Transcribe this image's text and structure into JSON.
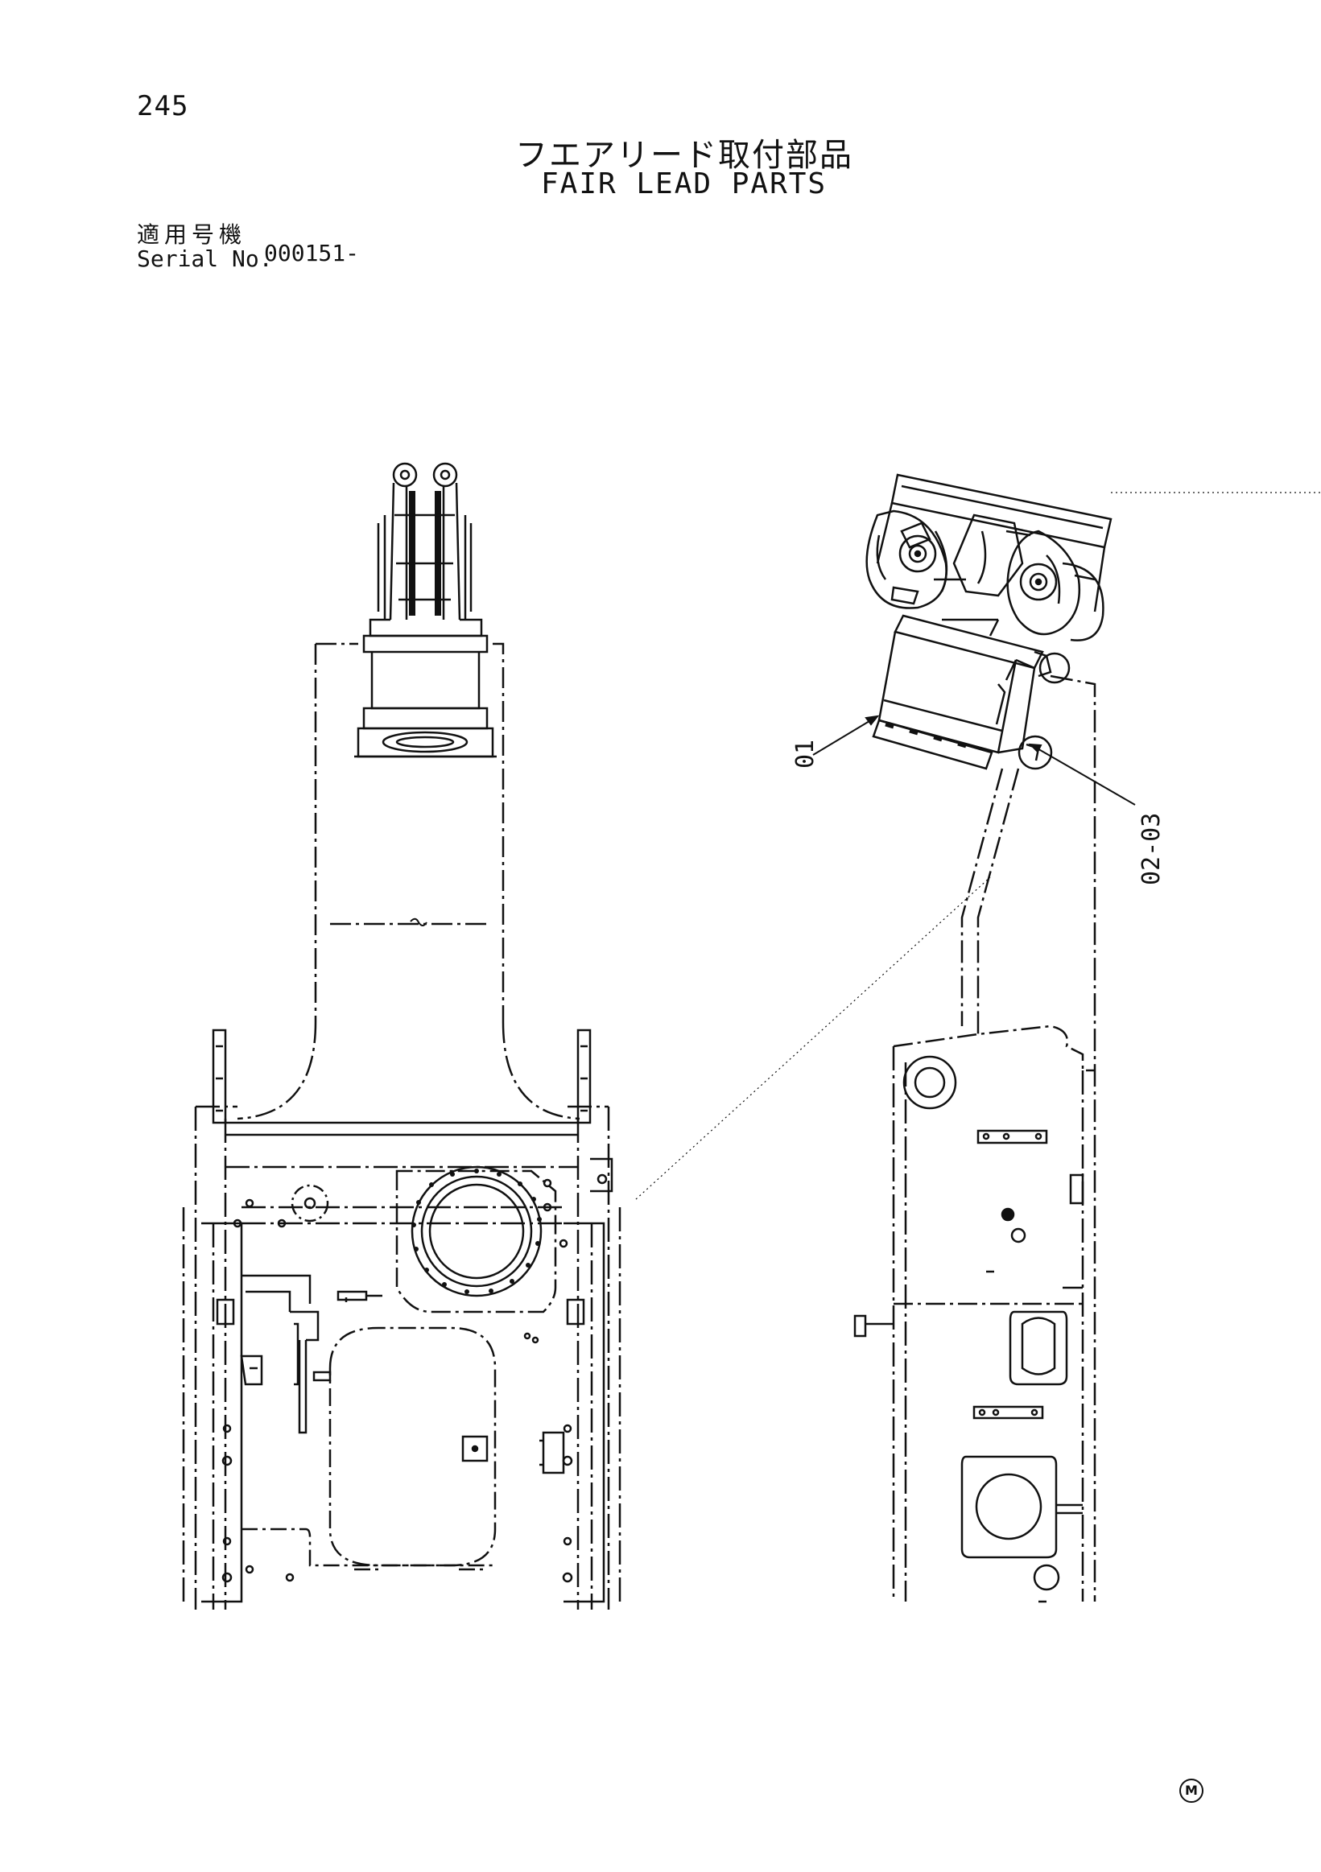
{
  "header": {
    "page_number": "245",
    "title_jp": "フエアリード取付部品",
    "title_en": "FAIR LEAD PARTS"
  },
  "serial": {
    "label_jp": "適用号機",
    "label_en": "Serial No.",
    "value": "000151-"
  },
  "callouts": {
    "part_01": "01",
    "part_02_03": "02-03"
  },
  "footer": {
    "mark": "M"
  }
}
